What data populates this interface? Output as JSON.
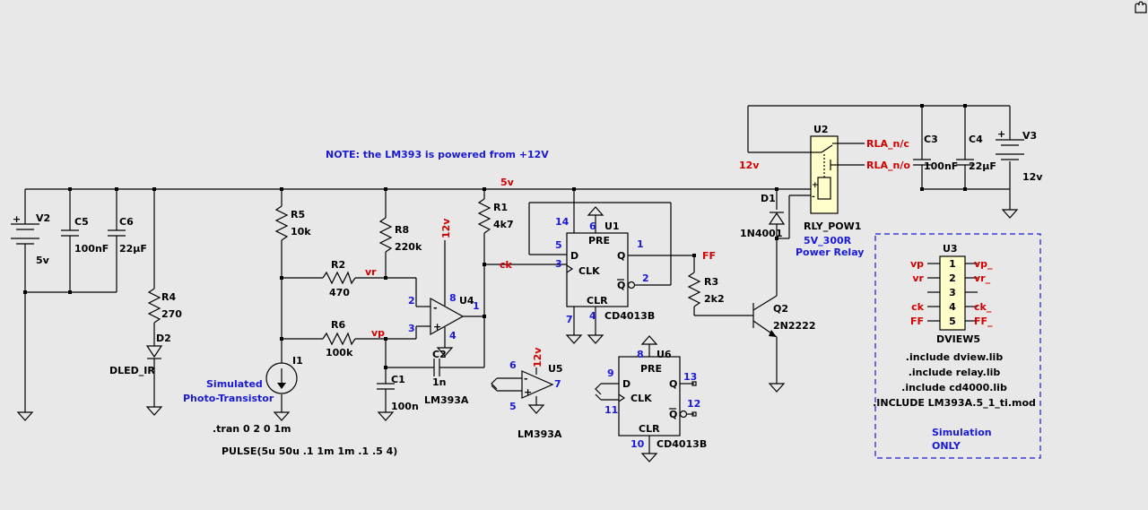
{
  "note": "NOTE: the LM393 is powered from +12V",
  "labels": {
    "v2": "V2",
    "v2_val": "5v",
    "c5": "C5",
    "c5_val": "100nF",
    "c6": "C6",
    "c6_val": "22µF",
    "r4": "R4",
    "r4_val": "270",
    "d2": "D2",
    "d2_val": "DLED_IR",
    "r5": "R5",
    "r5_val": "10k",
    "i1": "I1",
    "i1_desc1": "Simulated",
    "i1_desc2": "Photo-Transistor",
    "r2": "R2",
    "r2_val": "470",
    "r6": "R6",
    "r6_val": "100k",
    "r8": "R8",
    "r8_val": "220k",
    "u4": "U4",
    "u4_name": "LM393A",
    "c2": "C2",
    "c2_val": "1n",
    "c1": "C1",
    "c1_val": "100n",
    "r1": "R1",
    "r1_val": "4k7",
    "u1": "U1",
    "u1_name": "CD4013B",
    "r3": "R3",
    "r3_val": "2k2",
    "q2": "Q2",
    "q2_val": "2N2222",
    "d1": "D1",
    "d1_val": "1N4001",
    "u2": "U2",
    "u2_name": "RLY_POW1",
    "u2_val": "5V_300R",
    "u2_desc": "Power Relay",
    "c3": "C3",
    "c3_val": "100nF",
    "c4": "C4",
    "c4_val": "22µF",
    "v3": "V3",
    "v3_val": "12v",
    "u5": "U5",
    "u5_name": "LM393A",
    "u6": "U6",
    "u6_name": "CD4013B",
    "u3": "U3",
    "u3_name": "DVIEW5"
  },
  "nets": {
    "v5": "5v",
    "v12a": "12v",
    "v12b": "12v",
    "v12c": "12v",
    "vr": "vr",
    "vp": "vp",
    "ck": "ck",
    "ff": "FF",
    "rla_nc": "RLA_n/c",
    "rla_no": "RLA_n/o"
  },
  "flipflop": {
    "pre": "PRE",
    "clr": "CLR",
    "d": "D",
    "clk": "CLK",
    "q": "Q",
    "qbar": "Q"
  },
  "pins": {
    "u4_2": "2",
    "u4_3": "3",
    "u4_8": "8",
    "u4_4": "4",
    "u4_1": "1",
    "u1_14": "14",
    "u1_6": "6",
    "u1_5": "5",
    "u1_3": "3",
    "u1_1": "1",
    "u1_2": "2",
    "u1_7": "7",
    "u1_4": "4",
    "u5_6": "6",
    "u5_5": "5",
    "u5_7": "7",
    "u6_8": "8",
    "u6_9": "9",
    "u6_11": "11",
    "u6_13": "13",
    "u6_12": "12",
    "u6_10": "10"
  },
  "dview": {
    "rows": [
      {
        "left": "vp",
        "num": "1",
        "right": "vp_"
      },
      {
        "left": "vr",
        "num": "2",
        "right": "vr_"
      },
      {
        "left": "",
        "num": "3",
        "right": ""
      },
      {
        "left": "ck",
        "num": "4",
        "right": "ck_"
      },
      {
        "left": "FF",
        "num": "5",
        "right": "FF_"
      }
    ]
  },
  "includes": [
    ".include dview.lib",
    ".include relay.lib",
    ".include cd4000.lib",
    ".INCLUDE LM393A.5_1_ti.mod"
  ],
  "sim_only": [
    "Simulation",
    "ONLY"
  ],
  "tran": ".tran 0 2 0 1m",
  "pulse": "PULSE(5u 50u .1 1m 1m .1 .5 4)"
}
